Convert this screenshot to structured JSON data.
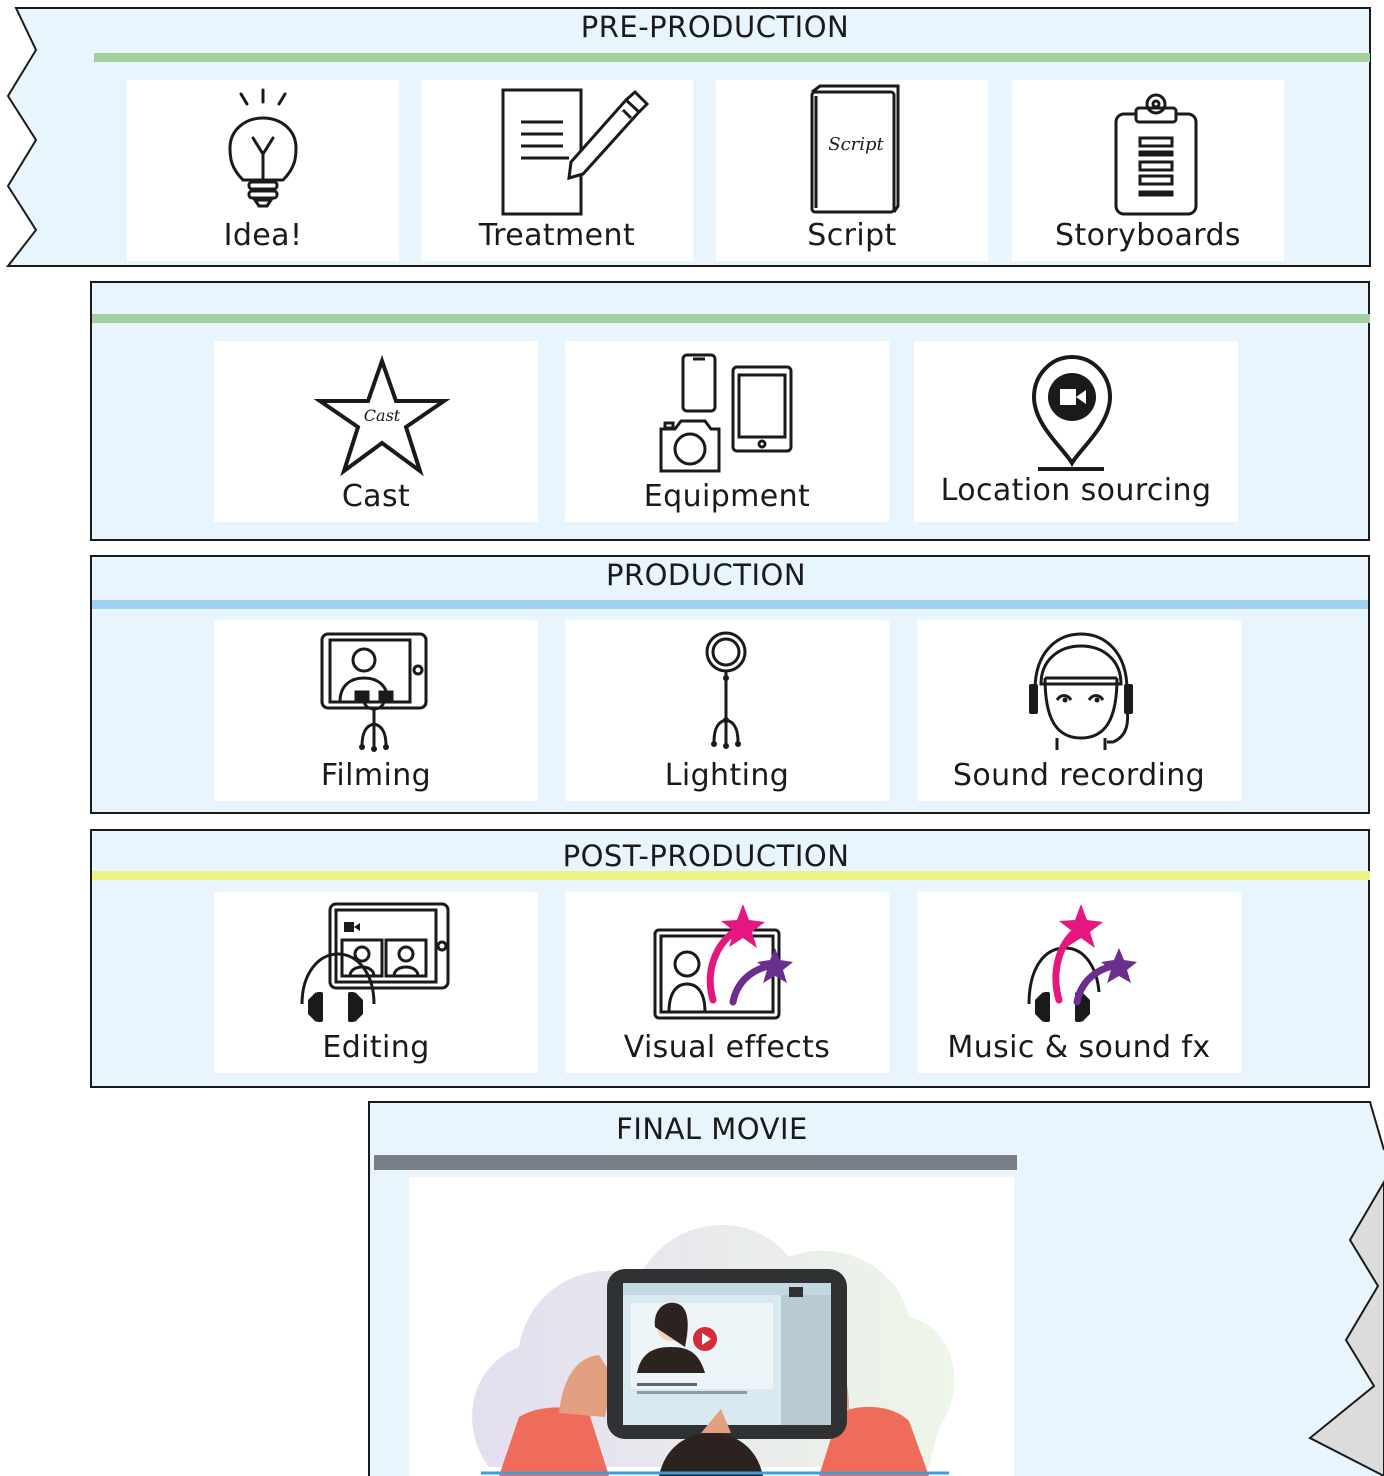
{
  "stages": {
    "pre_production": {
      "title": "PRE-PRODUCTION",
      "bar_color": "#a3cf9c",
      "cards": [
        {
          "label": "Idea!",
          "icon": "lightbulb-icon"
        },
        {
          "label": "Treatment",
          "icon": "document-pen-icon"
        },
        {
          "label": "Script",
          "icon": "script-book-icon",
          "icon_text": "Script"
        },
        {
          "label": "Storyboards",
          "icon": "clipboard-icon"
        }
      ]
    },
    "planning": {
      "title": "",
      "bar_color": "#a3cf9c",
      "cards": [
        {
          "label": "Cast",
          "icon": "star-icon",
          "icon_text": "Cast"
        },
        {
          "label": "Equipment",
          "icon": "camera-devices-icon"
        },
        {
          "label": "Location sourcing",
          "icon": "location-pin-video-icon"
        }
      ]
    },
    "production": {
      "title": "PRODUCTION",
      "bar_color": "#9ed0f2",
      "cards": [
        {
          "label": "Filming",
          "icon": "tablet-tripod-icon"
        },
        {
          "label": "Lighting",
          "icon": "light-stand-icon"
        },
        {
          "label": "Sound recording",
          "icon": "headset-person-icon"
        }
      ]
    },
    "post_production": {
      "title": "POST-PRODUCTION",
      "bar_color": "#ecf284",
      "cards": [
        {
          "label": "Editing",
          "icon": "editing-headphones-icon"
        },
        {
          "label": "Visual effects",
          "icon": "vfx-stars-icon"
        },
        {
          "label": "Music & sound fx",
          "icon": "music-headphones-stars-icon"
        }
      ]
    },
    "final_movie": {
      "title": "FINAL MOVIE",
      "bar_color": "#7a7f84",
      "image": "hands-holding-tablet-video-illustration"
    }
  },
  "colors": {
    "panel_bg": "#e8f5fd",
    "border": "#1a1a1a",
    "magenta_star": "#e5177e",
    "purple_star": "#6b2f8f",
    "play_red": "#d62b3b"
  }
}
